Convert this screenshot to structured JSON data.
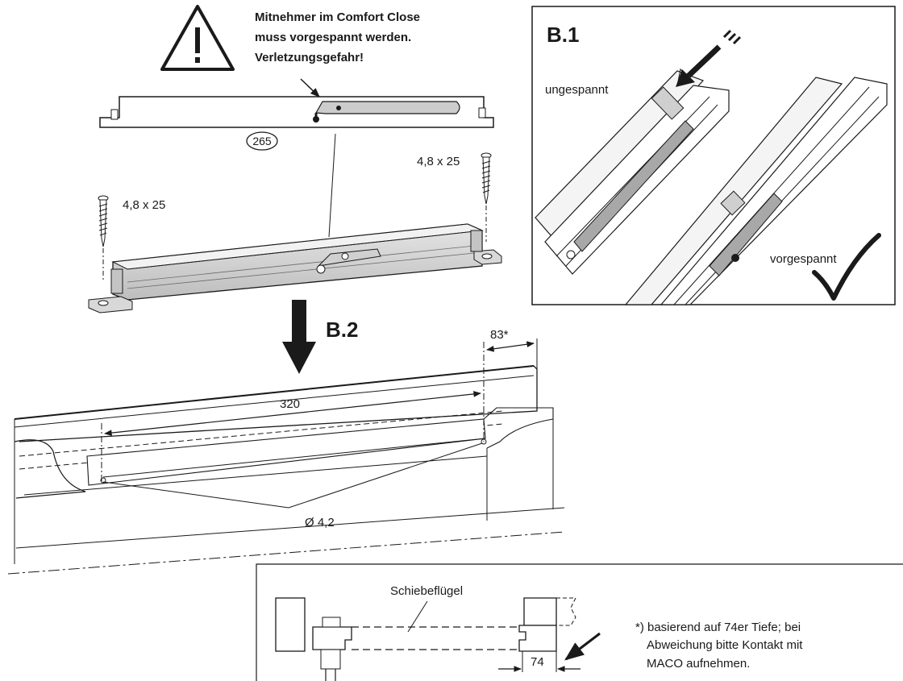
{
  "warning": {
    "line1": "Mitnehmer im Comfort Close",
    "line2": "muss vorgespannt werden.",
    "line3": "Verletzungsgefahr!"
  },
  "part_number": "265",
  "screw_left": "4,8 x 25",
  "screw_right": "4,8 x 25",
  "b1": {
    "title": "B.1",
    "state_unloaded": "ungespannt",
    "state_preloaded": "vorgespannt"
  },
  "b2": {
    "title": "B.2",
    "dim_length": "320",
    "dim_offset": "83*",
    "drill_diameter": "Ø 4,2"
  },
  "section": {
    "sash_label": "Schiebeflügel",
    "dim_depth": "74"
  },
  "footnote": {
    "line1": "*) basierend auf 74er Tiefe; bei",
    "line2": "Abweichung bitte Kontakt mit",
    "line3": "MACO aufnehmen."
  }
}
